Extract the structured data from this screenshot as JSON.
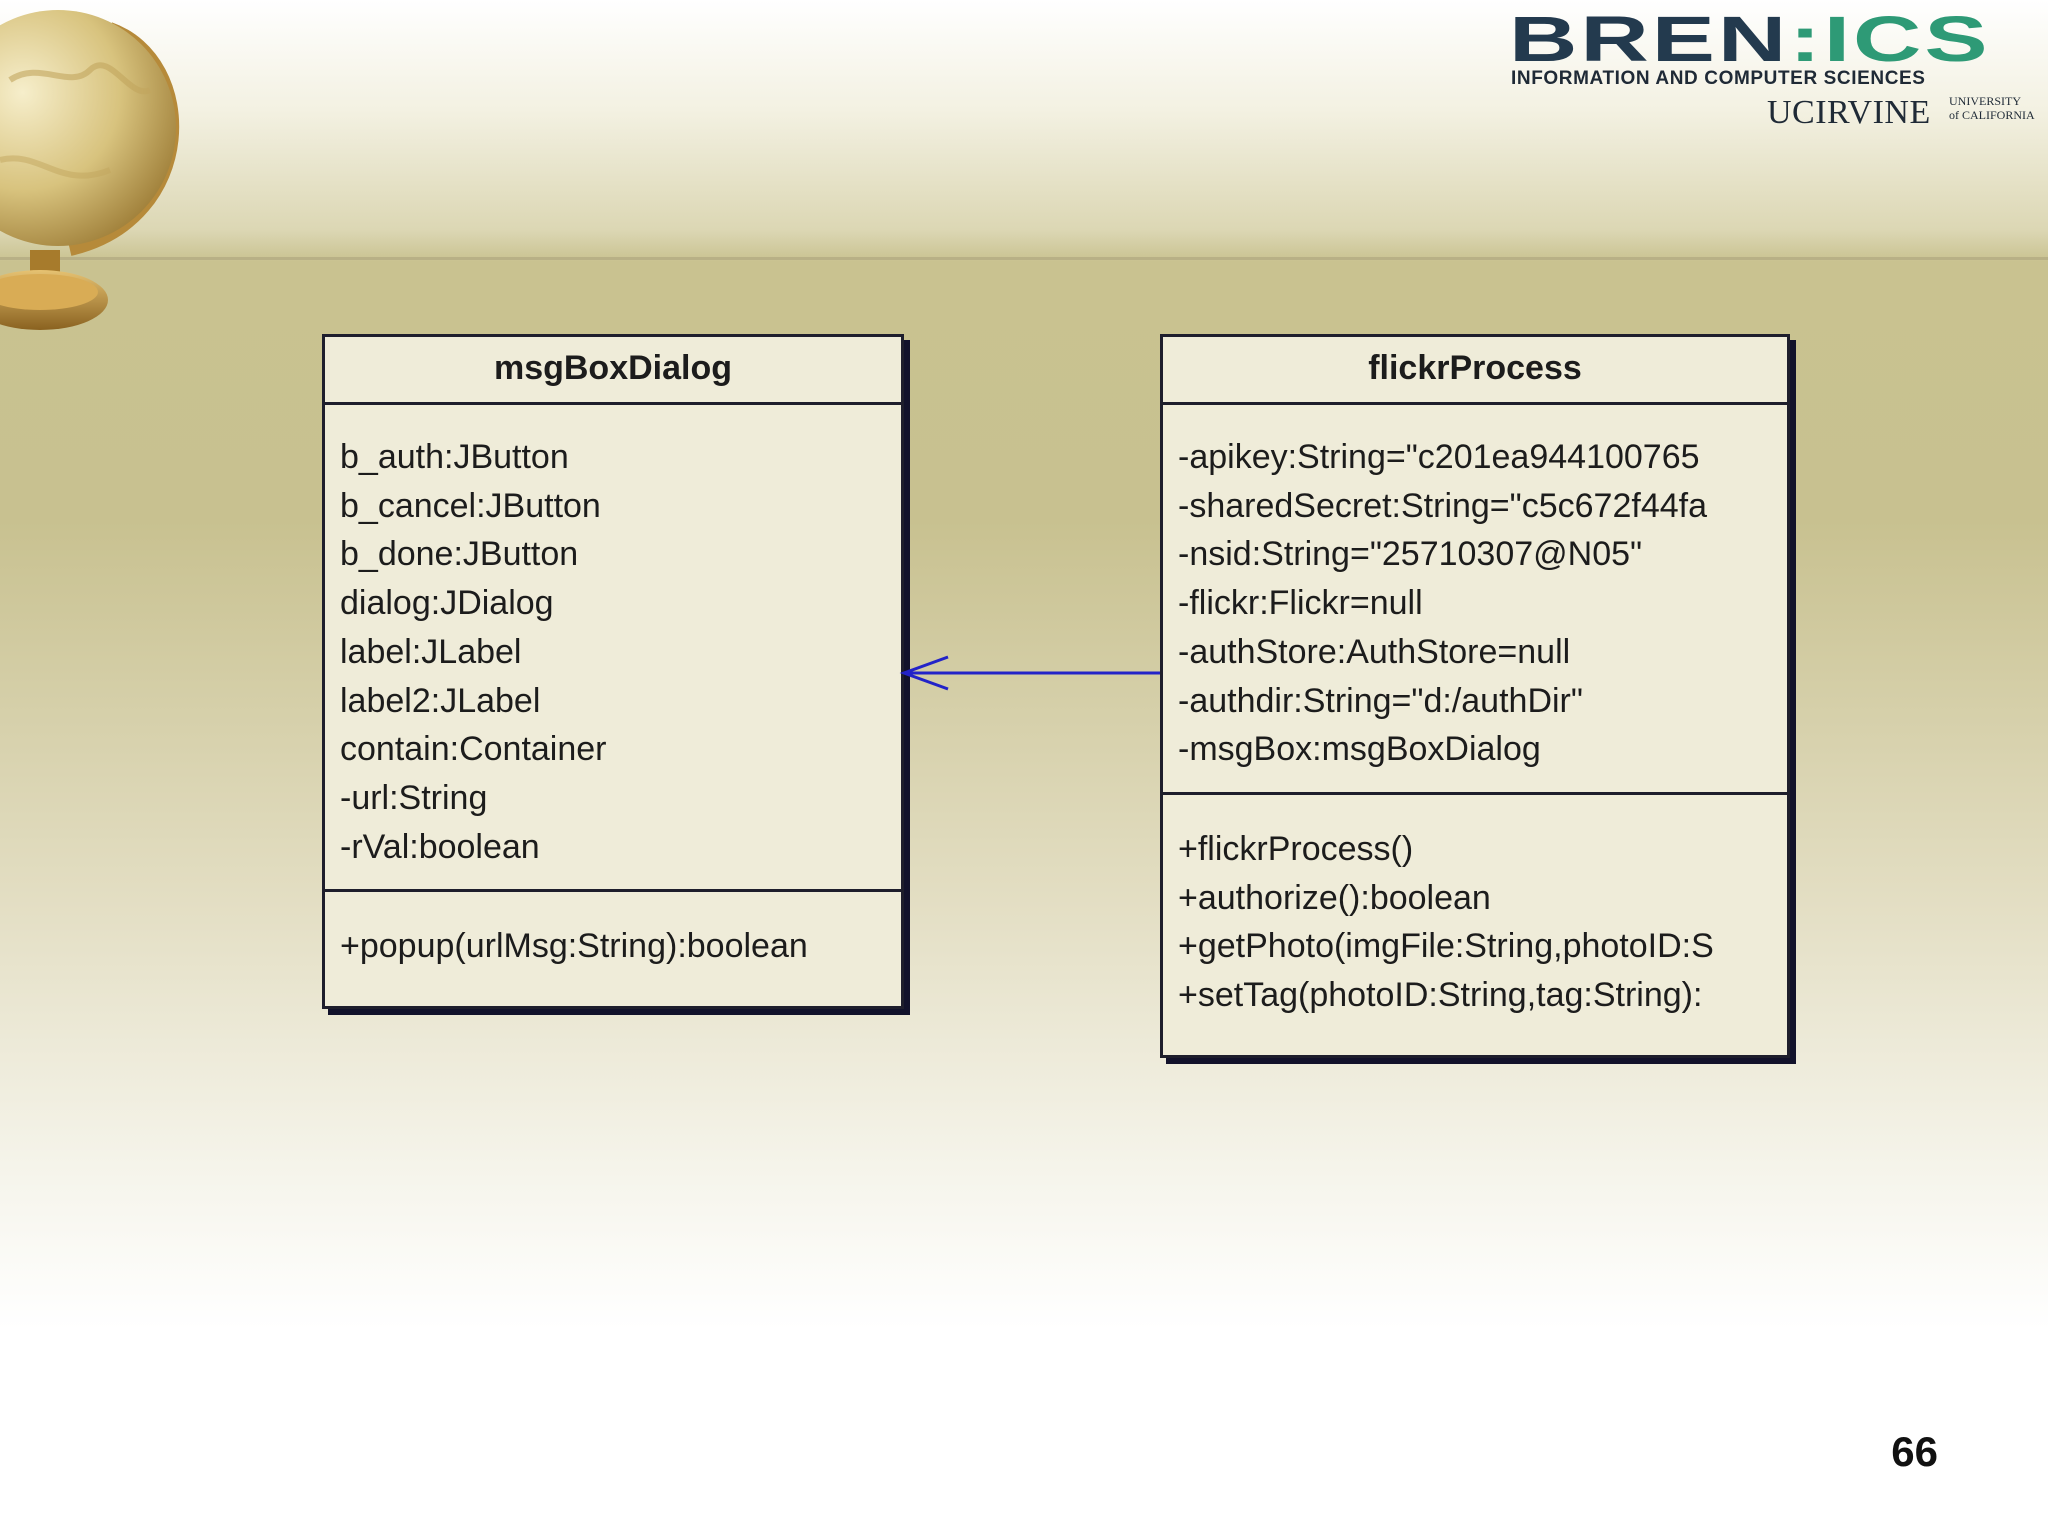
{
  "logo": {
    "wordmark_left": "BREN",
    "wordmark_sep": ":",
    "wordmark_right": "ICS",
    "tagline": "INFORMATION AND COMPUTER SCIENCES",
    "university": "UCIRVINE",
    "uc_line1": "UNIVERSITY",
    "uc_line2": "of CALIFORNIA"
  },
  "classes": {
    "msgBoxDialog": {
      "name": "msgBoxDialog",
      "attributes": [
        "b_auth:JButton",
        "b_cancel:JButton",
        "b_done:JButton",
        "dialog:JDialog",
        "label:JLabel",
        "label2:JLabel",
        "contain:Container",
        "-url:String",
        "-rVal:boolean"
      ],
      "operations": [
        "+popup(urlMsg:String):boolean"
      ]
    },
    "flickrProcess": {
      "name": "flickrProcess",
      "attributes": [
        "-apikey:String=\"c201ea944100765",
        "-sharedSecret:String=\"c5c672f44fa",
        "-nsid:String=\"25710307@N05\"",
        "-flickr:Flickr=null",
        "-authStore:AuthStore=null",
        "-authdir:String=\"d:/authDir\"",
        "-msgBox:msgBoxDialog"
      ],
      "operations": [
        "+flickrProcess()",
        "+authorize():boolean",
        "+getPhoto(imgFile:String,photoID:S",
        "+setTag(photoID:String,tag:String):"
      ]
    }
  },
  "colors": {
    "association": "#2323c8",
    "box_fill": "#efecd9",
    "box_border": "#1e1e2c"
  },
  "page_number": "66"
}
